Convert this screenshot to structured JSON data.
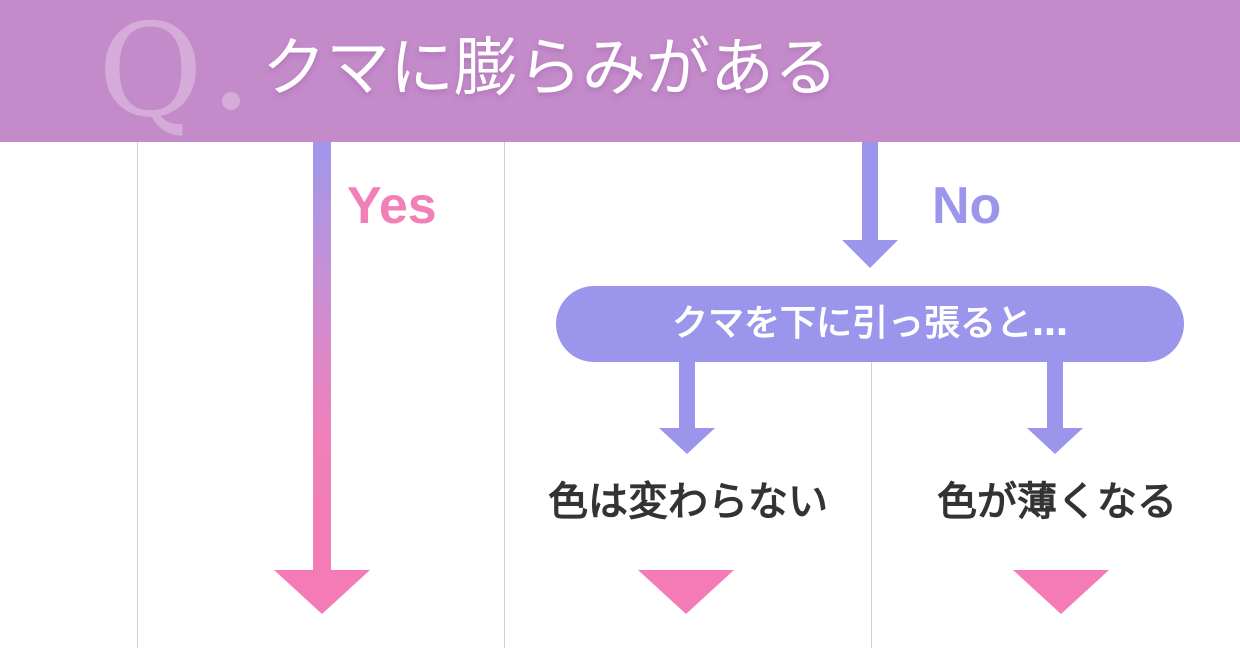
{
  "question": {
    "marker": "Q",
    "text": "クマに膨らみがある"
  },
  "branches": {
    "yes_label": "Yes",
    "no_label": "No"
  },
  "condition": {
    "text": "クマを下に引っ張ると…"
  },
  "results": {
    "left": "色は変わらない",
    "right": "色が薄くなる"
  },
  "colors": {
    "banner": "#c48bcb",
    "yes": "#f17fb8",
    "no": "#9b95ec",
    "result_arrow": "#f47bb5",
    "text_dark": "#333333"
  }
}
